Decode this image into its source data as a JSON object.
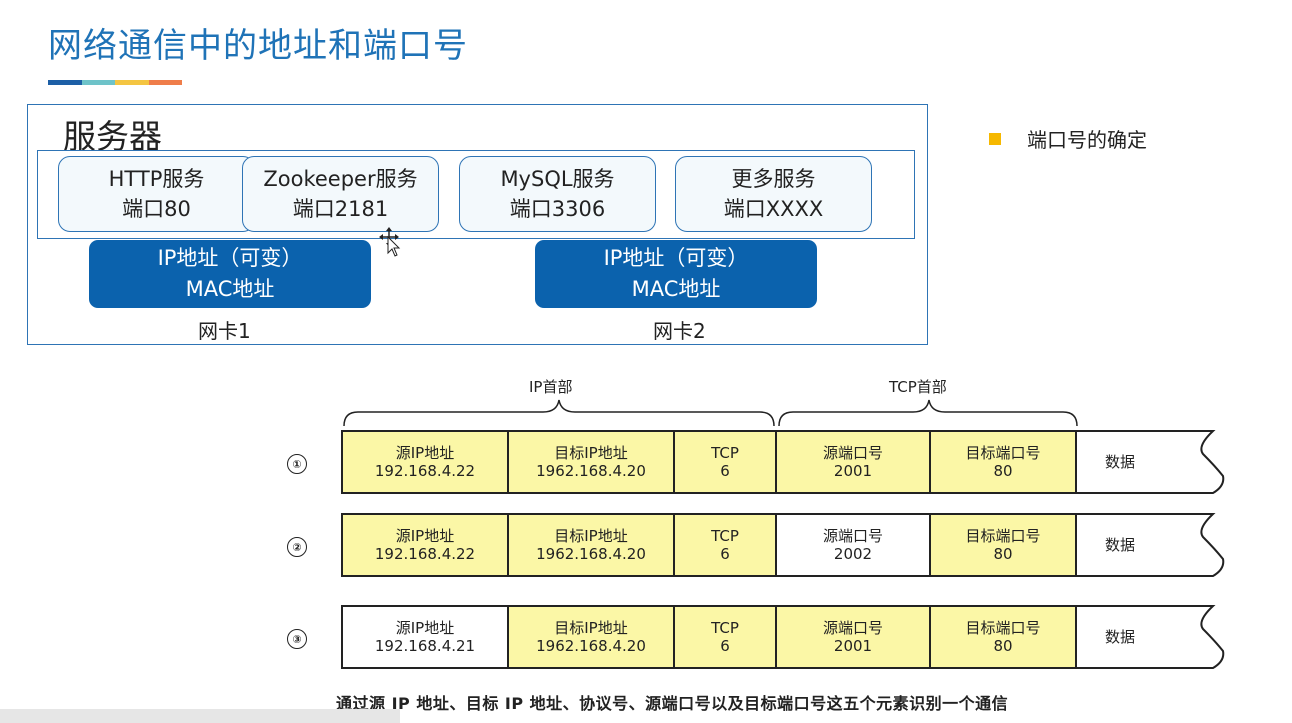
{
  "title": "网络通信中的地址和端口号",
  "title_bar_colors": [
    "#1d5fa6",
    "#6ec3c9",
    "#f4c542",
    "#ef7d4a"
  ],
  "server": {
    "label": "服务器",
    "services": [
      {
        "name": "HTTP服务",
        "port": "端口80"
      },
      {
        "name": "Zookeeper服务",
        "port": "端口2181"
      },
      {
        "name": "MySQL服务",
        "port": "端口3306"
      },
      {
        "name": "更多服务",
        "port": "端口XXXX"
      }
    ],
    "nics": [
      {
        "line1": "IP地址（可变）",
        "line2": "MAC地址",
        "label": "网卡1"
      },
      {
        "line1": "IP地址（可变）",
        "line2": "MAC地址",
        "label": "网卡2"
      }
    ]
  },
  "legend": {
    "text": "端口号的确定",
    "color": "#f6b800"
  },
  "packet_headers": {
    "ip": "IP首部",
    "tcp": "TCP首部"
  },
  "packets": [
    {
      "num": "①",
      "cells": [
        {
          "l1": "源IP地址",
          "l2": "192.168.4.22",
          "hl": true
        },
        {
          "l1": "目标IP地址",
          "l2": "1962.168.4.20",
          "hl": true
        },
        {
          "l1": "TCP",
          "l2": "6",
          "hl": true
        },
        {
          "l1": "源端口号",
          "l2": "2001",
          "hl": true
        },
        {
          "l1": "目标端口号",
          "l2": "80",
          "hl": true
        }
      ],
      "data": "数据"
    },
    {
      "num": "②",
      "cells": [
        {
          "l1": "源IP地址",
          "l2": "192.168.4.22",
          "hl": true
        },
        {
          "l1": "目标IP地址",
          "l2": "1962.168.4.20",
          "hl": true
        },
        {
          "l1": "TCP",
          "l2": "6",
          "hl": true
        },
        {
          "l1": "源端口号",
          "l2": "2002",
          "hl": false
        },
        {
          "l1": "目标端口号",
          "l2": "80",
          "hl": true
        }
      ],
      "data": "数据"
    },
    {
      "num": "③",
      "cells": [
        {
          "l1": "源IP地址",
          "l2": "192.168.4.21",
          "hl": false
        },
        {
          "l1": "目标IP地址",
          "l2": "1962.168.4.20",
          "hl": true
        },
        {
          "l1": "TCP",
          "l2": "6",
          "hl": true
        },
        {
          "l1": "源端口号",
          "l2": "2001",
          "hl": true
        },
        {
          "l1": "目标端口号",
          "l2": "80",
          "hl": true
        }
      ],
      "data": "数据"
    }
  ],
  "caption": "通过源 IP 地址、目标 IP 地址、协议号、源端口号以及目标端口号这五个元素识别一个通信"
}
